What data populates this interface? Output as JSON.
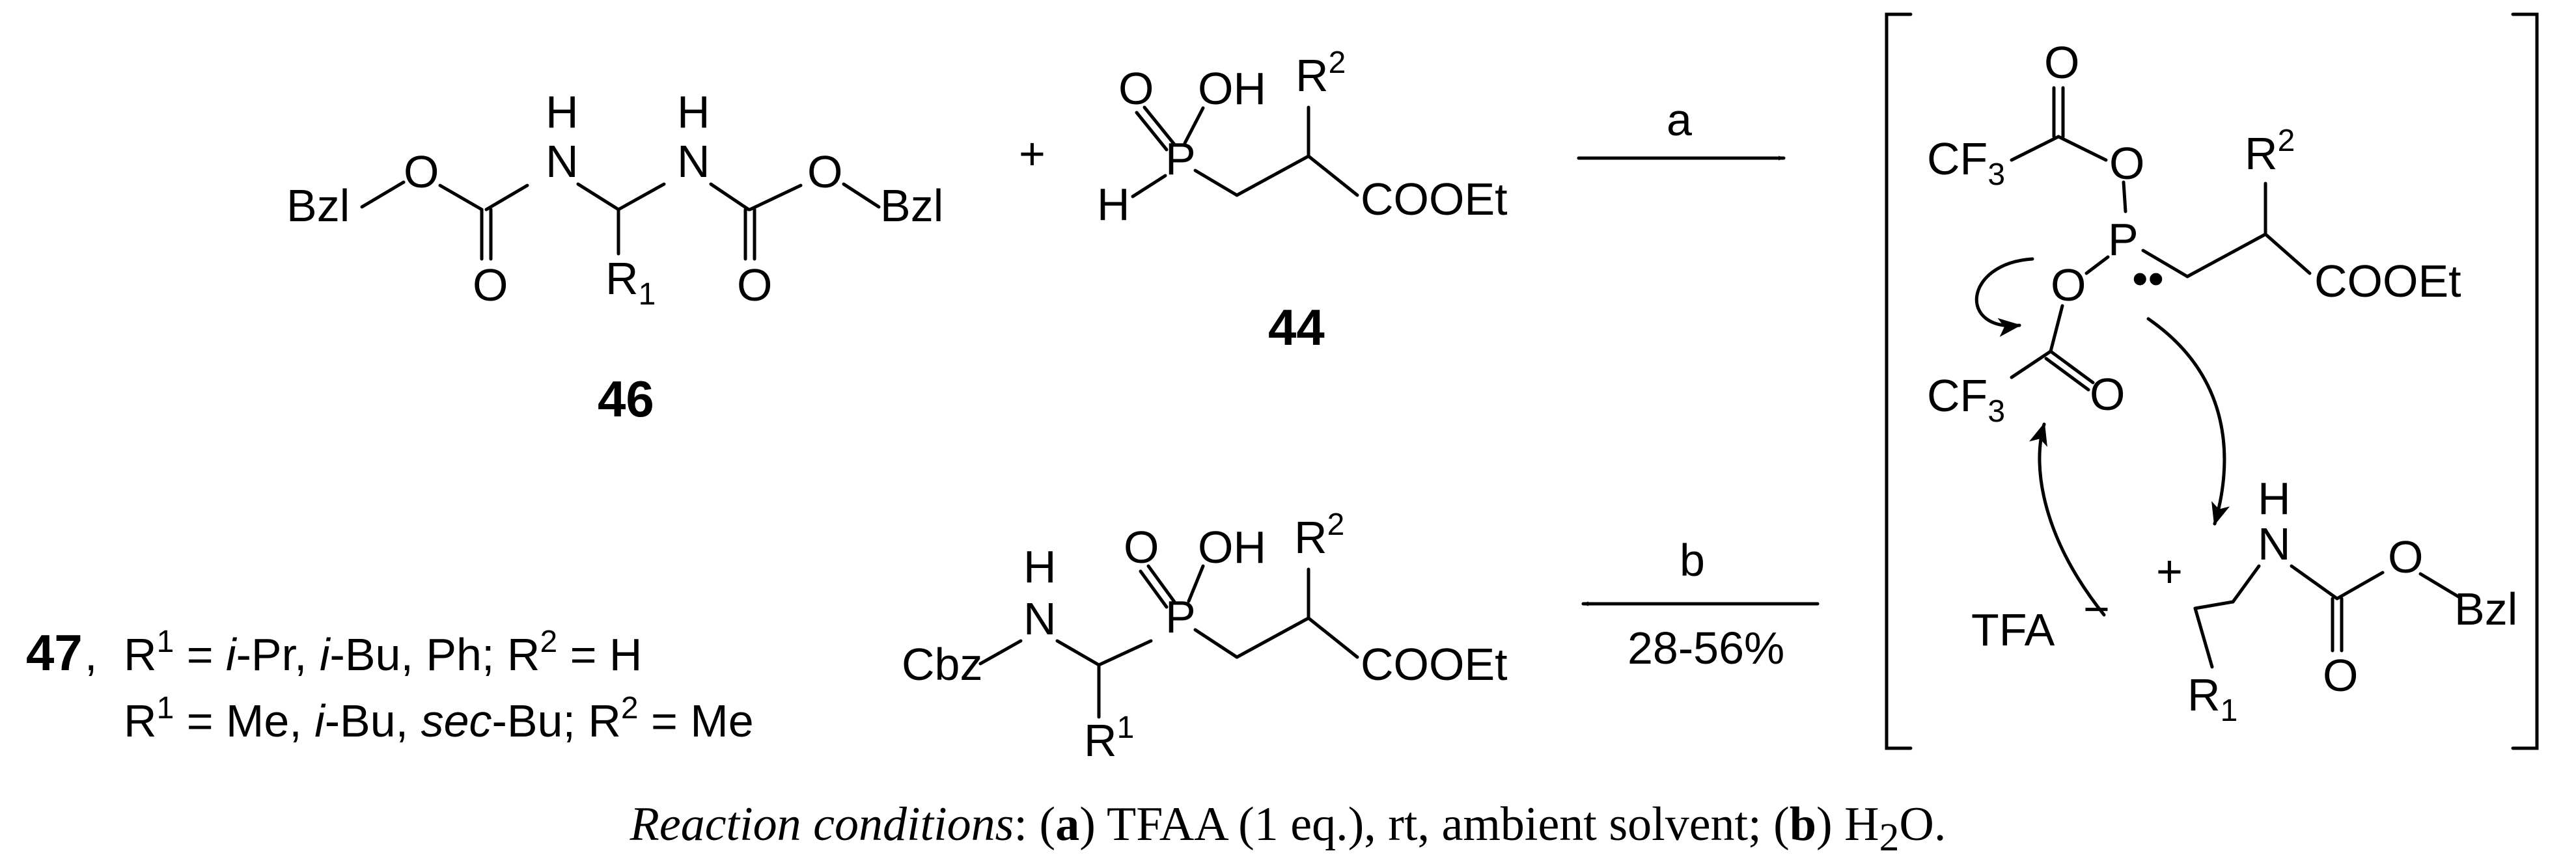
{
  "reactant_1": {
    "label": "46",
    "bzl_left": "Bzl",
    "bzl_right": "Bzl",
    "o_ester_left": "O",
    "o_ester_right": "O",
    "nh_h_left": "H",
    "nh_n_left": "N",
    "nh_h_right": "H",
    "nh_n_right": "N",
    "carbonyl_o_left": "O",
    "carbonyl_o_right": "O",
    "r_group": "R",
    "r_sub": "1"
  },
  "plus_sign": "+",
  "reactant_2": {
    "label": "44",
    "p_atom": "P",
    "h_atom": "H",
    "oxo_o": "O",
    "hydroxyl": "OH",
    "r_group": "R",
    "r_sup": "2",
    "ester": "COOEt"
  },
  "step_a": {
    "label": "a"
  },
  "intermediate": {
    "cf3_top": "CF",
    "cf3_top_sub": "3",
    "cf3_bottom": "CF",
    "cf3_bottom_sub": "3",
    "carbonyl_o_top": "O",
    "ester_o_top": "O",
    "p_atom": "P",
    "lone_pair": "••",
    "ester_o_bottom": "O",
    "carbonyl_o_bottom": "O",
    "r_group": "R",
    "r_sup": "2",
    "ester": "COOEt"
  },
  "iminium": {
    "tfa": "TFA",
    "minus": "−",
    "plus": "+",
    "nh_h": "H",
    "nh_n": "N",
    "ester_o": "O",
    "bzl": "Bzl",
    "carbonyl_o": "O",
    "r_group": "R",
    "r_sub": "1"
  },
  "step_b": {
    "label": "b",
    "yield": "28-56%"
  },
  "product": {
    "label": "47",
    "cbz": "Cbz",
    "nh_h": "H",
    "nh_n": "N",
    "p_atom": "P",
    "oxo_o": "O",
    "hydroxyl": "OH",
    "r1_group": "R",
    "r1_sup": "1",
    "r2_group": "R",
    "r2_sup": "2",
    "ester": "COOEt"
  },
  "substituents": {
    "line1_r1_head": "R",
    "line1_r1_sup": "1",
    "line1_eq": " = ",
    "line1_ipr": "i",
    "line1_ipr_rest": "-Pr, ",
    "line1_ibu": "i",
    "line1_ibu_rest": "-Bu, Ph; R",
    "line1_r2_sup": "2",
    "line1_tail": " = H",
    "line2_r1_head": "R",
    "line2_r1_sup": "1",
    "line2_me": " = Me, ",
    "line2_ibu": "i",
    "line2_ibu_rest": "-Bu, ",
    "line2_sec": "sec",
    "line2_sec_rest": "-Bu; R",
    "line2_r2_sup": "2",
    "line2_tail": " = Me",
    "comma": ","
  },
  "caption": {
    "prefix": "Reaction conditions",
    "colon": ": (",
    "a": "a",
    "a_text": ") TFAA (1 eq.), rt, ambient solvent; (",
    "b": "b",
    "b_text": ") H",
    "water_sub": "2",
    "end": "O."
  }
}
